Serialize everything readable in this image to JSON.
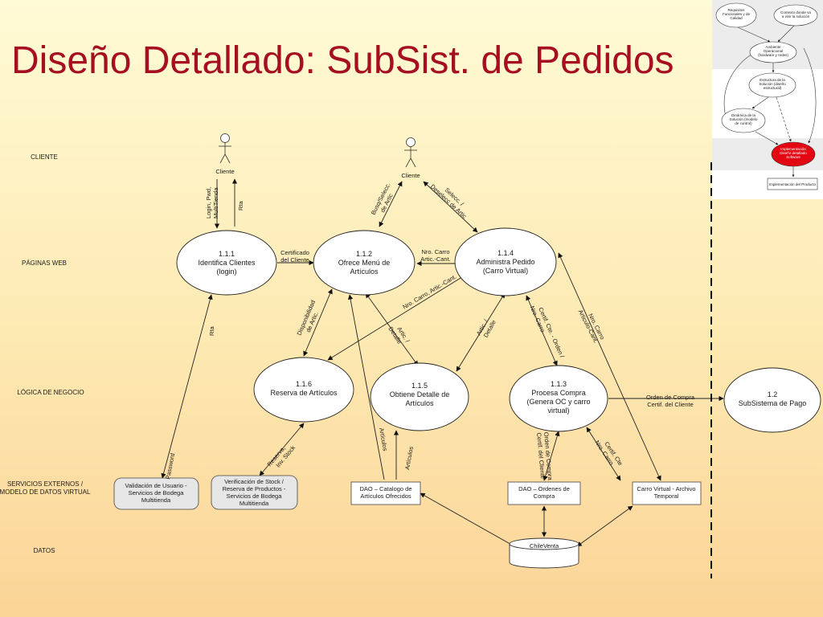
{
  "title": "Diseño Detallado: SubSist. de Pedidos",
  "lanes": [
    "CLIENTE",
    "PÁGINAS WEB",
    "LÓGICA DE NEGOCIO",
    [
      "SERVICIOS EXTERNOS /",
      "MODELO DE DATOS VIRTUAL"
    ],
    "DATOS"
  ],
  "actors": [
    "Cliente",
    "Cliente"
  ],
  "processes": {
    "p111": [
      "1.1.1",
      "Identifica Clientes",
      "(login)"
    ],
    "p112": [
      "1.1.2",
      "Ofrece Menú de",
      "Artículos"
    ],
    "p114": [
      "1.1.4",
      "Administra Pedido",
      "(Carro Virtual)"
    ],
    "p116": [
      "1.1.6",
      "Reserva de Artículos"
    ],
    "p115": [
      "1.1.5",
      "Obtiene Detalle de",
      "Artículos"
    ],
    "p113": [
      "1.1.3",
      "Procesa Compra",
      "(Genera OC y carro",
      "virtual)"
    ],
    "p12": [
      "1.2",
      "SubSistema de Pago"
    ]
  },
  "boxes": {
    "validacion": [
      "Validación de Usuario -",
      "Servicios de Bodega",
      "Multitienda"
    ],
    "verificacion": [
      "Verificación de Stock /",
      "Reserva de Productos -",
      "Servicios de Bodega",
      "Multitienda"
    ],
    "dao_catalogo": [
      "DAO – Catalogo de",
      "Artículos Ofrecidos"
    ],
    "dao_ordenes": [
      "DAO –  Ordenes de",
      "Compra"
    ],
    "carro": [
      "Carro Virtual - Archivo",
      "Temporal"
    ]
  },
  "datastore": "ChileVenta",
  "flows": {
    "login": [
      "Login, Pwd,",
      "MultiTienda"
    ],
    "rta": "Rta",
    "certificado": [
      "Certificado",
      "del Cliente"
    ],
    "busq": [
      "Busq/Selecc.",
      "de Artic"
    ],
    "selecc": [
      "Selecc. /",
      "Deselecc de Artic"
    ],
    "nro_carro_cant": [
      "Nro. Carro",
      "Artic.-Cant."
    ],
    "disponibilidad": [
      "Disponibilidad",
      "de Artic."
    ],
    "nro_carro_artic": "Nro. Carro, Artic.-Cant.",
    "artic_detalle": [
      "Artic. /",
      "Detalle"
    ],
    "certif_orden": [
      "Certif. Cte. - Orden /",
      "Nro. Carro"
    ],
    "nro_carro_artic_cant": [
      "Nro. Carro",
      "Articulo-Cant."
    ],
    "rta_login": "Rta",
    "password": "Password",
    "reserva": [
      "Reserva,",
      "Inv. Stock"
    ],
    "articulos": "Artículos",
    "articulos2": "Artículos",
    "orden_compra": [
      "Orden de Compra",
      "Certif. del Cliente"
    ],
    "orden_compra2": [
      "Orden de Compra",
      "Certif. del Cliente"
    ],
    "certif_cte": [
      "Certif. Cte",
      "Nro. Carro"
    ]
  },
  "thumbnail": {
    "n1": [
      "Requisitos",
      "Funcionales y de",
      "Calidad"
    ],
    "n2": [
      "Contexto donde va",
      "a vivir la solución"
    ],
    "n3": [
      "Ambiente",
      "Operacional",
      "(hardware y redes)"
    ],
    "n4": [
      "Estructura de la",
      "Solución (diseño",
      "estructural)"
    ],
    "n5": [
      "Dinámica de la",
      "Solución (modelo",
      "de control)"
    ],
    "n6": [
      "Implementación",
      "Diseño detallado",
      "Software"
    ],
    "n7": "Implementación del Producto"
  }
}
